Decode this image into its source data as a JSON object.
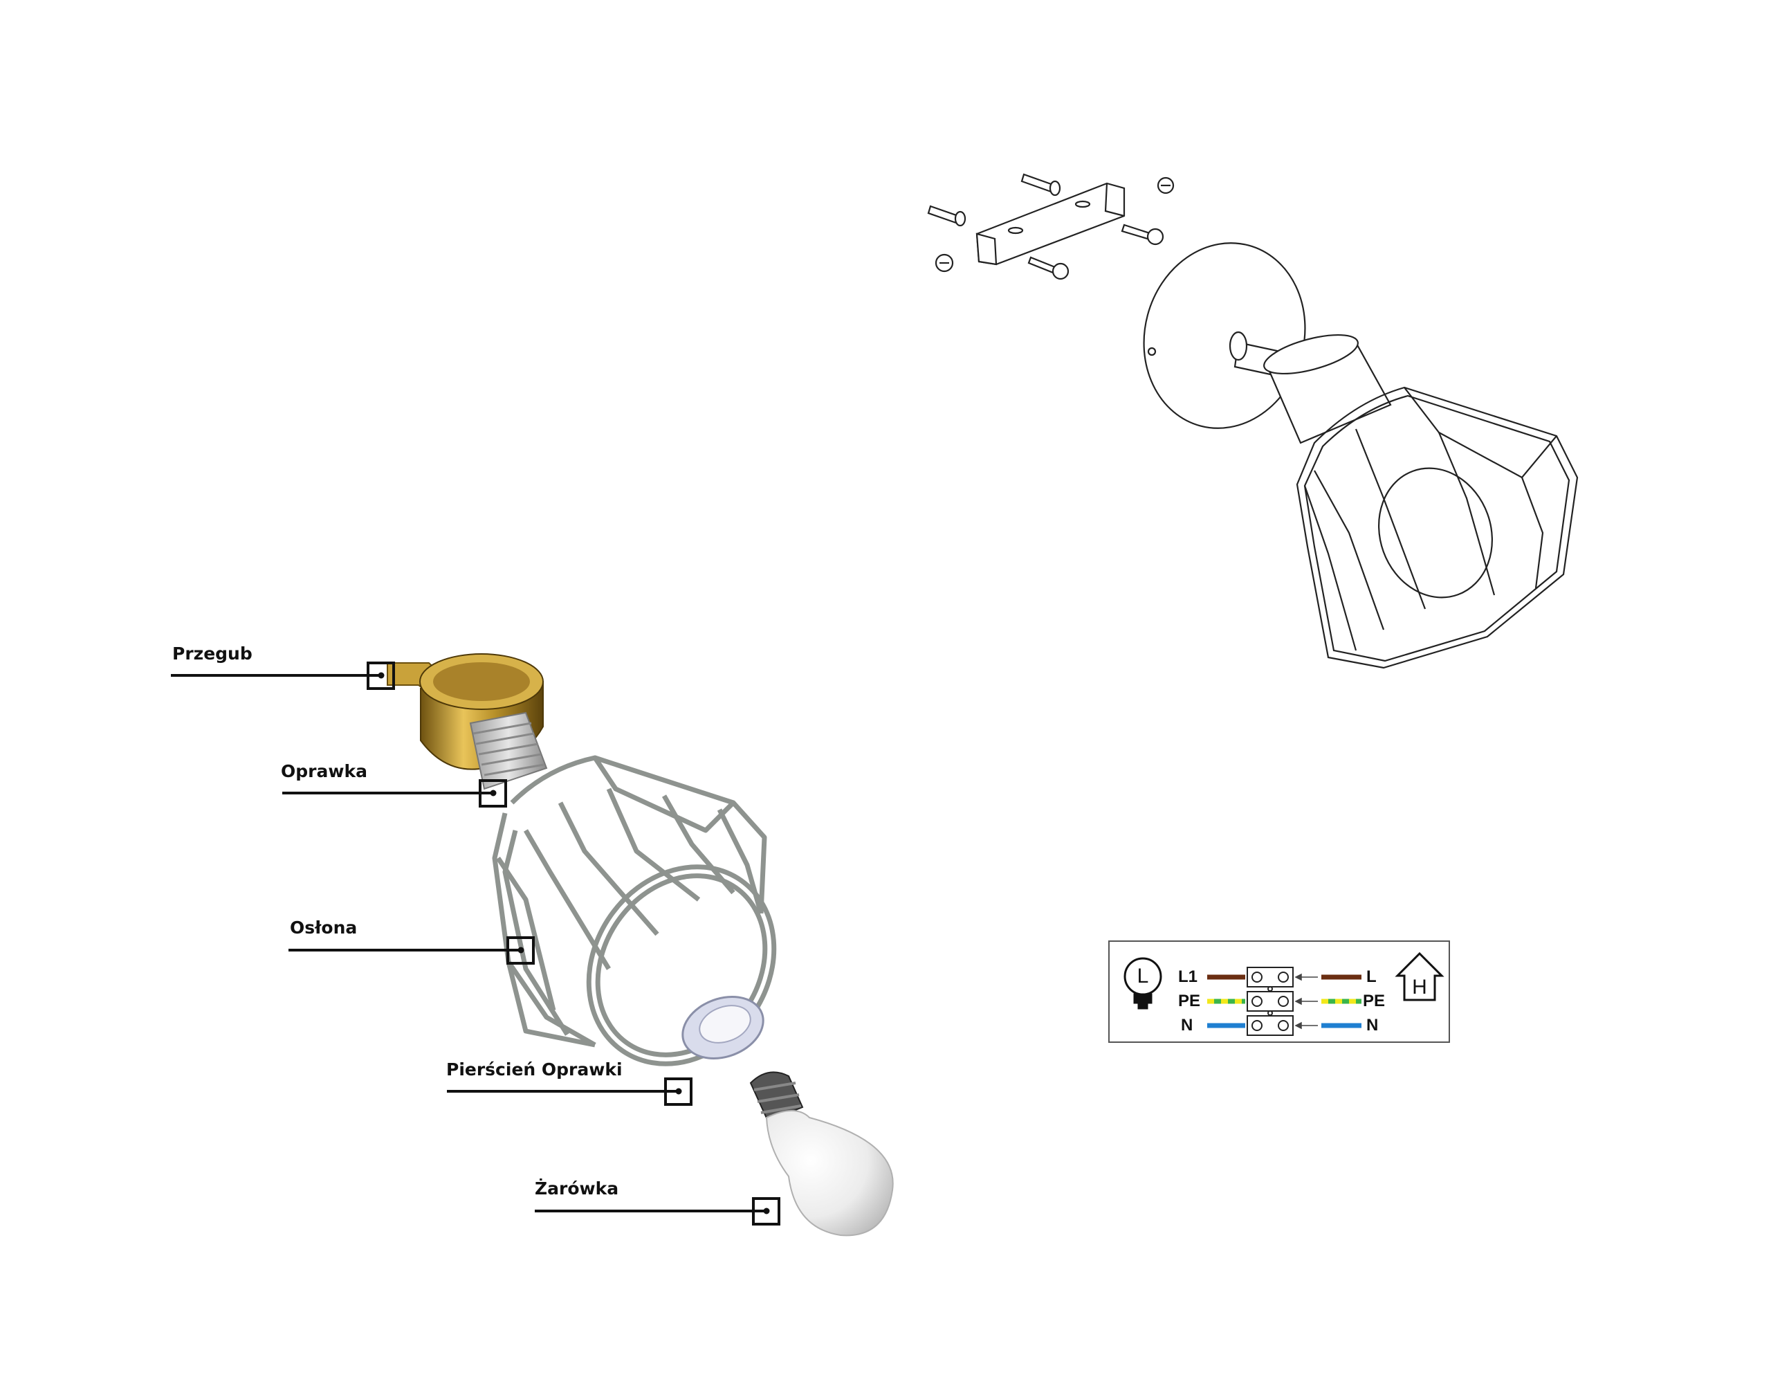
{
  "parts": {
    "przegub": "Przegub",
    "oprawka": "Oprawka",
    "oslona": "Osłona",
    "pierscien": "Pierścień Oprawki",
    "zarowka": "Żarówka"
  },
  "wiring": {
    "left": {
      "l1": "L1",
      "pe": "PE",
      "n": "N",
      "lamp_symbol": "L"
    },
    "right": {
      "l": "L",
      "pe": "PE",
      "n": "N",
      "house_symbol": "H"
    },
    "colors": {
      "live": "#6b2e12",
      "earth_green": "#3bb54a",
      "earth_yellow": "#f2e81b",
      "neutral": "#1f7fd1"
    }
  },
  "colors": {
    "brass": "#b8912a",
    "cage": "#8e938f",
    "bulb": "#f1f1f1"
  }
}
